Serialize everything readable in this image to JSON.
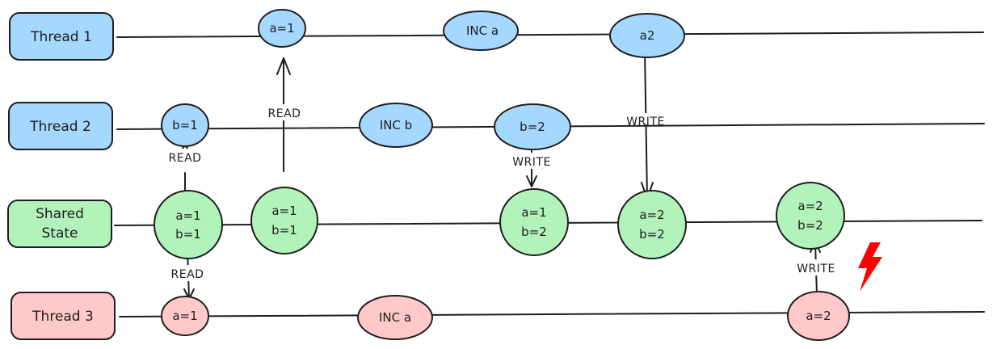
{
  "diagram": {
    "title": "",
    "colors": {
      "thread_blue": "#a5d8ff",
      "shared_green": "#b2f2bb",
      "thread_red": "#ffc9c9",
      "stroke": "#1e1e1e",
      "alert_red": "#ff0000"
    },
    "lanes": [
      {
        "id": "thread1",
        "label": "Thread 1",
        "color": "thread_blue"
      },
      {
        "id": "thread2",
        "label": "Thread 2",
        "color": "thread_blue"
      },
      {
        "id": "shared",
        "label_lines": [
          "Shared",
          "State"
        ],
        "color": "shared_green"
      },
      {
        "id": "thread3",
        "label": "Thread 3",
        "color": "thread_red"
      }
    ],
    "nodes": [
      {
        "id": "t1_a1",
        "lane": "thread1",
        "lines": [
          "a=1"
        ]
      },
      {
        "id": "t1_inc",
        "lane": "thread1",
        "lines": [
          "INC a"
        ]
      },
      {
        "id": "t1_a2",
        "lane": "thread1",
        "lines": [
          "a2"
        ]
      },
      {
        "id": "t2_b1",
        "lane": "thread2",
        "lines": [
          "b=1"
        ]
      },
      {
        "id": "t2_inc",
        "lane": "thread2",
        "lines": [
          "INC b"
        ]
      },
      {
        "id": "t2_b2",
        "lane": "thread2",
        "lines": [
          "b=2"
        ]
      },
      {
        "id": "s1",
        "lane": "shared",
        "lines": [
          "a=1",
          "b=1"
        ]
      },
      {
        "id": "s2",
        "lane": "shared",
        "lines": [
          "a=1",
          "b=1"
        ]
      },
      {
        "id": "s3",
        "lane": "shared",
        "lines": [
          "a=1",
          "b=2"
        ]
      },
      {
        "id": "s4",
        "lane": "shared",
        "lines": [
          "a=2",
          "b=2"
        ]
      },
      {
        "id": "s5",
        "lane": "shared",
        "lines": [
          "a=2",
          "b=2"
        ]
      },
      {
        "id": "t3_a1",
        "lane": "thread3",
        "lines": [
          "a=1"
        ]
      },
      {
        "id": "t3_inc",
        "lane": "thread3",
        "lines": [
          "INC a"
        ]
      },
      {
        "id": "t3_a2",
        "lane": "thread3",
        "lines": [
          "a=2"
        ]
      }
    ],
    "edges": [
      {
        "from": "s1",
        "to": "t2_b1",
        "label": "READ"
      },
      {
        "from": "s2",
        "to": "t1_a1",
        "label": "READ"
      },
      {
        "from": "t2_b2",
        "to": "s3",
        "label": "WRITE"
      },
      {
        "from": "t1_a2",
        "to": "s4",
        "label": "WRITE"
      },
      {
        "from": "s1",
        "to": "t3_a1",
        "label": "READ"
      },
      {
        "from": "t3_a2",
        "to": "s5",
        "label": "WRITE"
      }
    ],
    "annotations": [
      {
        "id": "race-condition",
        "icon": "lightning-bolt-icon",
        "color": "alert_red"
      }
    ]
  }
}
